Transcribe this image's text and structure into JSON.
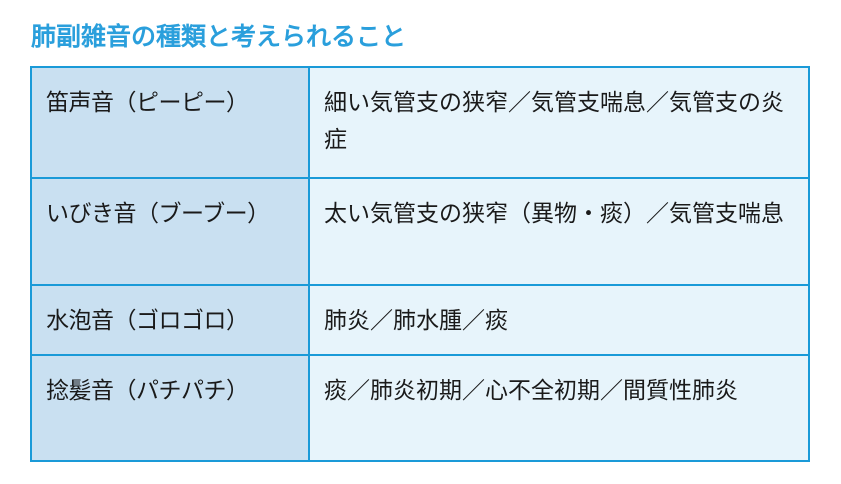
{
  "title": "肺副雑音の種類と考えられること",
  "colors": {
    "title": "#2a9fdc",
    "border": "#1a9ad8",
    "name_cell_bg": "#c9e0f1",
    "cause_cell_bg": "#e7f4fb",
    "text": "#1a1a1a"
  },
  "table": {
    "rows": [
      {
        "sound": "笛声音（ピーピー）",
        "causes": "細い気管支の狭窄／気管支喘息／気管支の炎症"
      },
      {
        "sound": "いびき音（ブーブー）",
        "causes": "太い気管支の狭窄（異物・痰）／気管支喘息"
      },
      {
        "sound": "水泡音（ゴロゴロ）",
        "causes": "肺炎／肺水腫／痰"
      },
      {
        "sound": "捻髪音（パチパチ）",
        "causes": "痰／肺炎初期／心不全初期／間質性肺炎"
      }
    ]
  }
}
